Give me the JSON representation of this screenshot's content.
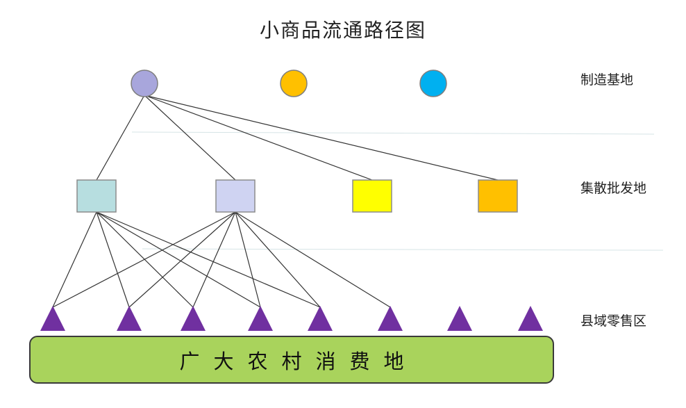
{
  "title": "小商品流通路径图",
  "levels": {
    "manufacturing": "制造基地",
    "distribution": "集散批发地",
    "retail": "县域零售区"
  },
  "consumer": "广大农村消费地",
  "nodes": {
    "manufacturing": [
      {
        "id": "m1",
        "color": "#a8a6dc"
      },
      {
        "id": "m2",
        "color": "#ffc000"
      },
      {
        "id": "m3",
        "color": "#00b0f0"
      }
    ],
    "distribution": [
      {
        "id": "d1",
        "color": "#b7dee0"
      },
      {
        "id": "d2",
        "color": "#cfd3f2"
      },
      {
        "id": "d3",
        "color": "#ffff00"
      },
      {
        "id": "d4",
        "color": "#ffc000"
      }
    ],
    "retail": [
      {
        "id": "r1",
        "color": "#7030a0"
      },
      {
        "id": "r2",
        "color": "#7030a0"
      },
      {
        "id": "r3",
        "color": "#7030a0"
      },
      {
        "id": "r4",
        "color": "#7030a0"
      },
      {
        "id": "r5",
        "color": "#7030a0"
      },
      {
        "id": "r6",
        "color": "#7030a0"
      },
      {
        "id": "r7",
        "color": "#7030a0"
      },
      {
        "id": "r8",
        "color": "#7030a0"
      }
    ]
  },
  "edges": [
    [
      "m1",
      "d1"
    ],
    [
      "m1",
      "d2"
    ],
    [
      "m1",
      "d3"
    ],
    [
      "m1",
      "d4"
    ],
    [
      "d1",
      "r1"
    ],
    [
      "d1",
      "r2"
    ],
    [
      "d1",
      "r3"
    ],
    [
      "d1",
      "r4"
    ],
    [
      "d1",
      "r5"
    ],
    [
      "d2",
      "r1"
    ],
    [
      "d2",
      "r2"
    ],
    [
      "d2",
      "r3"
    ],
    [
      "d2",
      "r4"
    ],
    [
      "d2",
      "r5"
    ],
    [
      "d2",
      "r6"
    ]
  ],
  "colors": {
    "line": "#333333",
    "separator": "#d6e4e6",
    "consumer_fill": "#a9d35c"
  }
}
